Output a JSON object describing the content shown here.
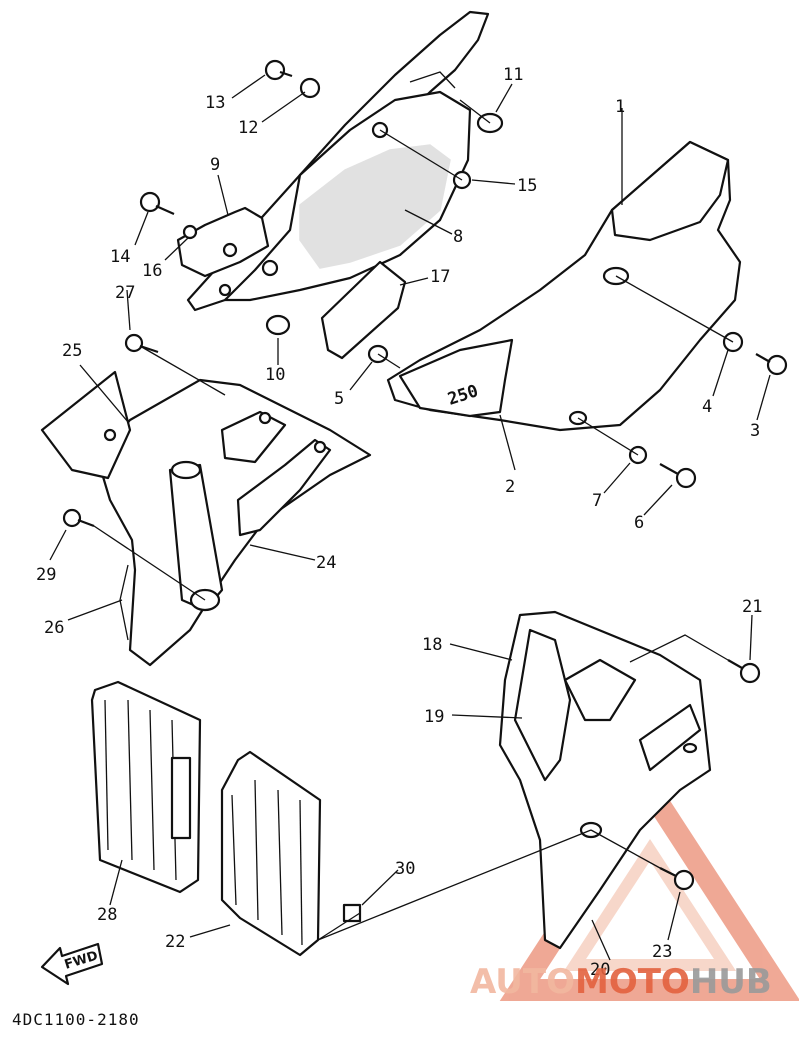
{
  "diagram": {
    "part_code": "4DC1100-2180",
    "fwd_label": "FWD",
    "model_badge": "250",
    "watermark": {
      "part1": "AUTO",
      "part2": "MOTO",
      "part3": "HUB",
      "color_light": "#f2b8a0",
      "color_accent": "#e3623f",
      "color_dark": "#9a9a9a"
    },
    "callouts": [
      "1",
      "2",
      "3",
      "4",
      "5",
      "6",
      "7",
      "8",
      "9",
      "10",
      "11",
      "12",
      "13",
      "14",
      "15",
      "16",
      "17",
      "18",
      "19",
      "20",
      "21",
      "22",
      "23",
      "24",
      "25",
      "26",
      "27",
      "28",
      "29",
      "30"
    ]
  }
}
